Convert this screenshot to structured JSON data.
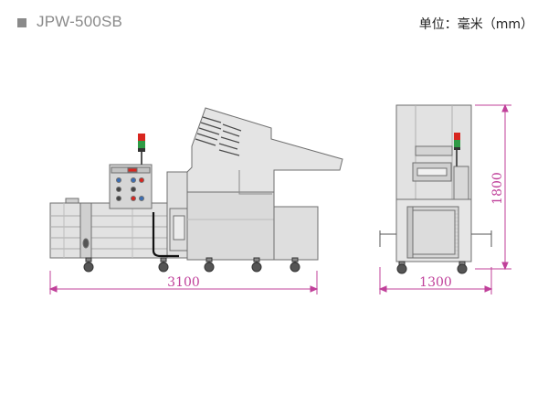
{
  "header": {
    "model": "JPW-500SB",
    "unit": "单位：毫米（mm）"
  },
  "dimensions": {
    "length": "3100",
    "width": "1300",
    "height": "1800"
  },
  "colors": {
    "body": "#dcdcdc",
    "outline": "#6f6f6f",
    "dimension": "#c0409a",
    "signal_red": "#d8261f",
    "signal_green": "#2f9a45"
  }
}
